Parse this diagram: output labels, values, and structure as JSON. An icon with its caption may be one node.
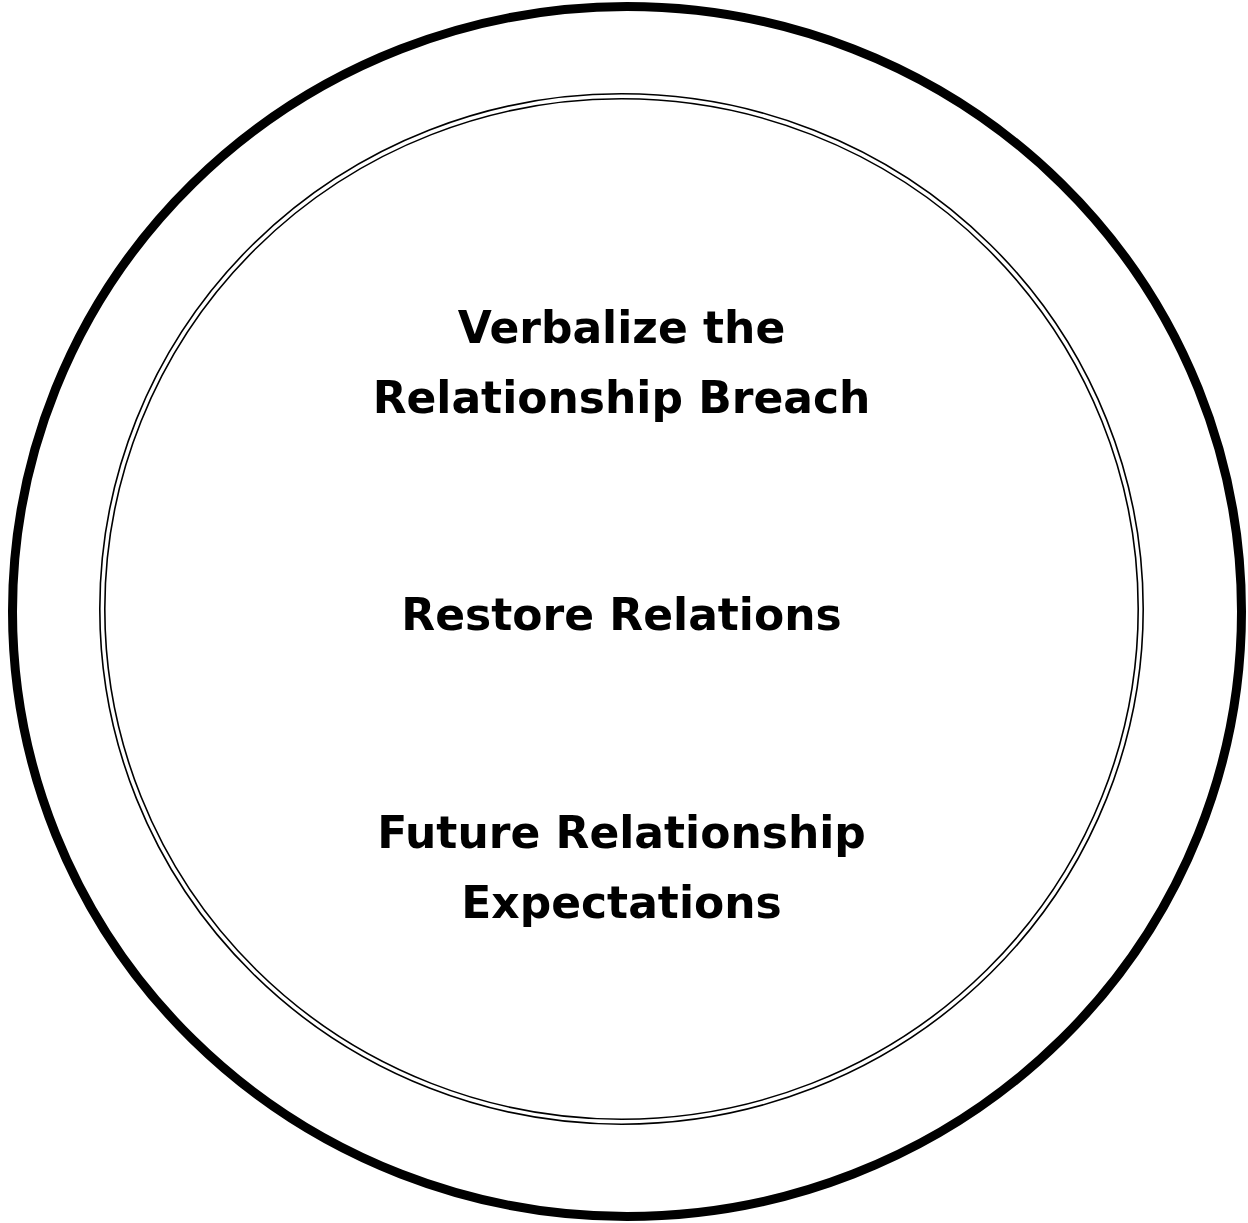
{
  "diagram": {
    "nodes": [
      {
        "text": [],
        "shape": "circle"
      },
      {
        "text": [
          "Verbalize the Relationship Breach",
          "Restore Relations",
          "Future Relationship Expectations"
        ],
        "in": 0
      }
    ]
  }
}
